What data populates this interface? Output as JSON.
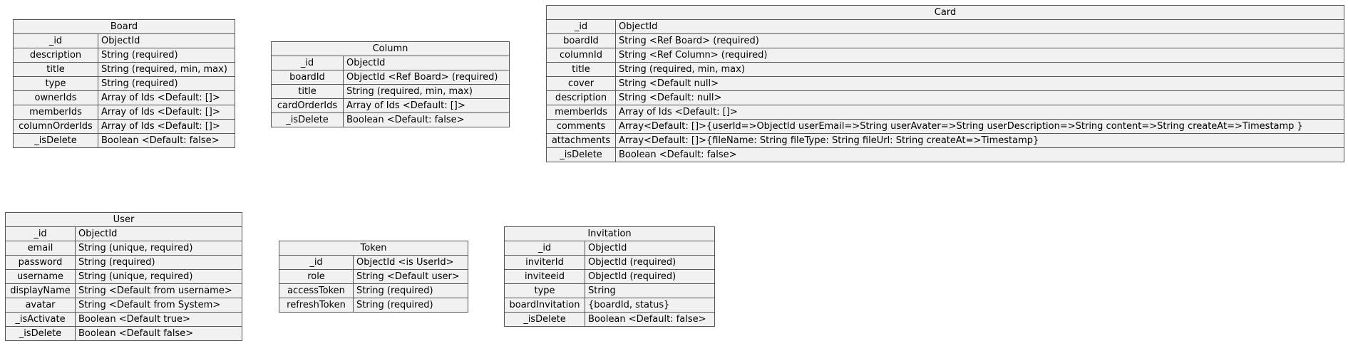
{
  "entities": [
    {
      "id": "board",
      "name": "Board",
      "fields": [
        {
          "k": "_id",
          "v": "ObjectId"
        },
        {
          "k": "description",
          "v": "String (required)"
        },
        {
          "k": "title",
          "v": "String (required, min, max)"
        },
        {
          "k": "type",
          "v": "String (required)"
        },
        {
          "k": "ownerIds",
          "v": "Array of Ids <Default: []>"
        },
        {
          "k": "memberIds",
          "v": "Array of Ids <Default: []>"
        },
        {
          "k": "columnOrderIds",
          "v": "Array of Ids <Default: []>"
        },
        {
          "k": "_isDelete",
          "v": "Boolean <Default: false>"
        }
      ]
    },
    {
      "id": "column",
      "name": "Column",
      "fields": [
        {
          "k": "_id",
          "v": "ObjectId"
        },
        {
          "k": "boardId",
          "v": "ObjectId <Ref Board> (required)"
        },
        {
          "k": "title",
          "v": "String (required, min, max)"
        },
        {
          "k": "cardOrderIds",
          "v": "Array of Ids <Default: []>"
        },
        {
          "k": "_isDelete",
          "v": "Boolean <Default: false>"
        }
      ]
    },
    {
      "id": "card",
      "name": "Card",
      "fields": [
        {
          "k": "_id",
          "v": "ObjectId"
        },
        {
          "k": "boardId",
          "v": "String <Ref Board>  (required)"
        },
        {
          "k": "columnId",
          "v": "String <Ref Column>  (required)"
        },
        {
          "k": "title",
          "v": "String  (required, min, max)"
        },
        {
          "k": "cover",
          "v": "String <Default null>"
        },
        {
          "k": "description",
          "v": "String <Default: null>"
        },
        {
          "k": "memberIds",
          "v": "Array of Ids <Default: []>"
        },
        {
          "k": "comments",
          "v": "Array<Default: []>{userId=>ObjectId userEmail=>String userAvater=>String userDescription=>String content=>String createAt=>Timestamp  }"
        },
        {
          "k": "attachments",
          "v": "Array<Default: []>{fileName: String fileType: String fileUrl: String createAt=>Timestamp}"
        },
        {
          "k": "_isDelete",
          "v": "Boolean <Default: false>"
        }
      ]
    },
    {
      "id": "user",
      "name": "User",
      "fields": [
        {
          "k": "_id",
          "v": "ObjectId"
        },
        {
          "k": "email",
          "v": "String (unique, required)"
        },
        {
          "k": "password",
          "v": "String (required)"
        },
        {
          "k": "username",
          "v": "String (unique, required)"
        },
        {
          "k": "displayName",
          "v": "String <Default from username>"
        },
        {
          "k": "avatar",
          "v": "String <Default from System>"
        },
        {
          "k": "_isActivate",
          "v": "Boolean <Default true>"
        },
        {
          "k": "_isDelete",
          "v": "Boolean <Default false>"
        }
      ]
    },
    {
      "id": "token",
      "name": "Token",
      "fields": [
        {
          "k": "_id",
          "v": "ObjectId <is UserId>"
        },
        {
          "k": "role",
          "v": "String <Default user>"
        },
        {
          "k": "accessToken",
          "v": "String (required)"
        },
        {
          "k": "refreshToken",
          "v": "String (required)"
        }
      ]
    },
    {
      "id": "invitation",
      "name": "Invitation",
      "fields": [
        {
          "k": "_id",
          "v": "ObjectId"
        },
        {
          "k": "inviterId",
          "v": "ObjectId (required)"
        },
        {
          "k": "inviteeid",
          "v": "ObjectId (required)"
        },
        {
          "k": "type",
          "v": "String"
        },
        {
          "k": "boardInvitation",
          "v": "{boardId, status}"
        },
        {
          "k": "_isDelete",
          "v": "Boolean <Default: false>"
        }
      ]
    }
  ]
}
